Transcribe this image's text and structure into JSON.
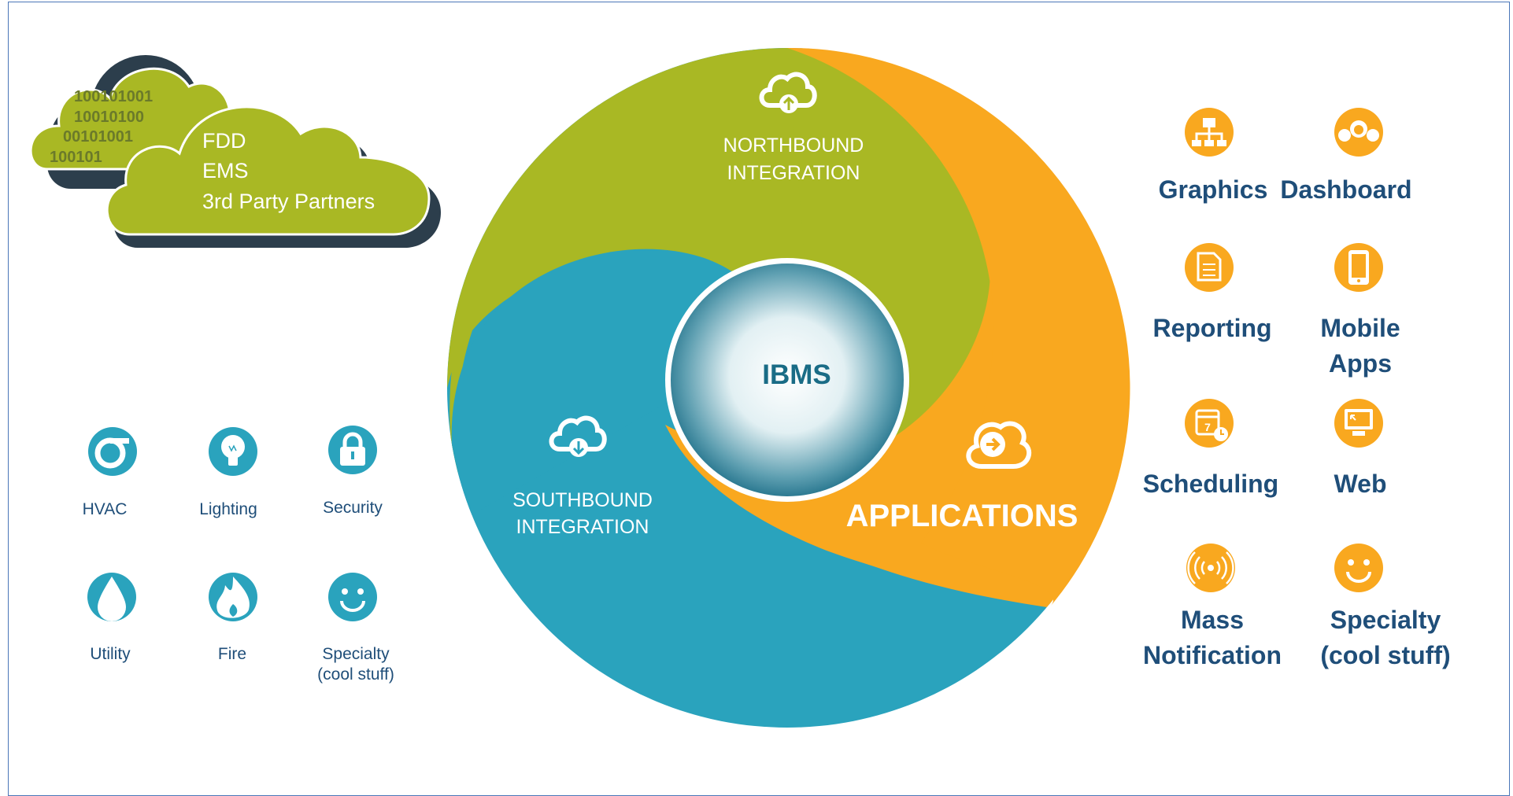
{
  "cloud": {
    "binary": [
      "100101001",
      "10010100",
      "00101001",
      "100101"
    ],
    "lines": [
      "FDD",
      "EMS",
      "3rd Party Partners"
    ]
  },
  "center": {
    "label": "IBMS",
    "northbound": [
      "NORTHBOUND",
      "INTEGRATION"
    ],
    "southbound": [
      "SOUTHBOUND",
      "INTEGRATION"
    ],
    "applications": "APPLICATIONS"
  },
  "subsystems": [
    {
      "label": "HVAC",
      "icon": "fan-icon"
    },
    {
      "label": "Lighting",
      "icon": "lightbulb-icon"
    },
    {
      "label": "Security",
      "icon": "lock-icon"
    },
    {
      "label": "Utility",
      "icon": "water-drop-icon"
    },
    {
      "label": "Fire",
      "icon": "flame-icon"
    },
    {
      "label": [
        "Specialty",
        "(cool stuff)"
      ],
      "icon": "smiley-icon"
    }
  ],
  "apps": [
    {
      "label": [
        "Graphics"
      ],
      "icon": "network-icon"
    },
    {
      "label": [
        "Dashboard"
      ],
      "icon": "gauges-icon"
    },
    {
      "label": [
        "Reporting"
      ],
      "icon": "document-icon"
    },
    {
      "label": [
        "Mobile",
        "Apps"
      ],
      "icon": "mobile-icon"
    },
    {
      "label": [
        "Scheduling"
      ],
      "icon": "calendar-icon"
    },
    {
      "label": [
        "Web"
      ],
      "icon": "monitor-icon"
    },
    {
      "label": [
        "Mass",
        "Notification"
      ],
      "icon": "broadcast-icon"
    },
    {
      "label": [
        "Specialty",
        "(cool stuff)"
      ],
      "icon": "smiley-icon"
    }
  ],
  "colors": {
    "green": "#a9b824",
    "orange": "#f9a81f",
    "teal": "#2aa3bd",
    "navy": "#1f4e79",
    "cloud_shadow": "#2c3e4c"
  }
}
